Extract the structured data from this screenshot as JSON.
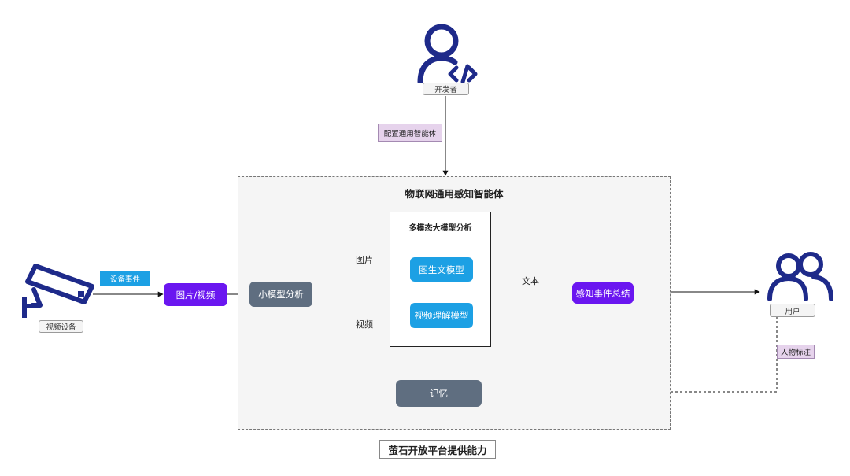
{
  "agent": {
    "title": "物联网通用感知智能体"
  },
  "multimodal": {
    "title": "多模态大模型分析"
  },
  "nodes": {
    "image_video": "图片/视频",
    "small_model": "小模型分析",
    "image_to_text": "图生文模型",
    "video_understanding": "视频理解模型",
    "event_summary": "感知事件总结",
    "memory": "记忆"
  },
  "edge_labels": {
    "image": "图片",
    "video": "视频",
    "text": "文本"
  },
  "tags": {
    "device_event": "设备事件",
    "config_agent": "配置通用智能体",
    "person_label": "人物标注"
  },
  "actors": {
    "developer": {
      "label": "开发者",
      "icon": "developer-code-icon"
    },
    "camera": {
      "label": "视频设备",
      "icon": "cctv-camera-icon"
    },
    "user": {
      "label": "用户",
      "icon": "users-icon"
    }
  },
  "footer": "萤石开放平台提供能力",
  "colors": {
    "purple": "#6a16f0",
    "gray": "#5f6e80",
    "blue": "#1ca0e4",
    "navy": "#1e2a8a",
    "lilac": "#e6d3ec"
  }
}
